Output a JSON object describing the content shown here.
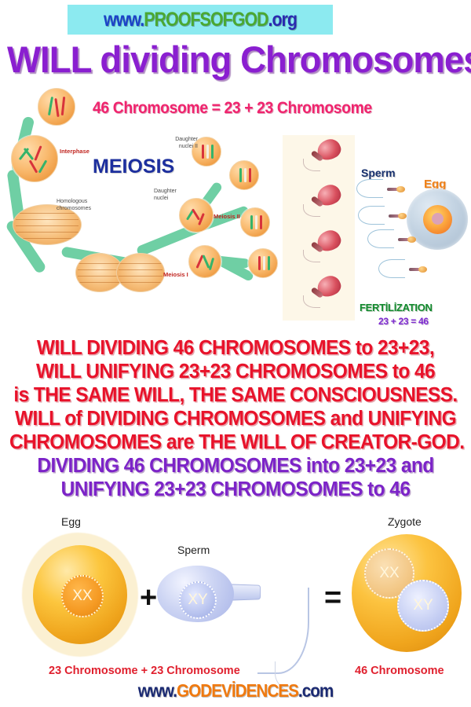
{
  "header": {
    "url_prefix": "www.",
    "url_main": "PROOFSOFGOD",
    "url_suffix": ".org",
    "banner_bg": "#8ceaf0"
  },
  "title": {
    "text": "WILL  dividing Chromosomes",
    "color": "#8a1fd0"
  },
  "subtitle": {
    "text": "46 Chromosome = 23 + 23 Chromosome",
    "color": "#f0246e"
  },
  "meiosis": {
    "heading": "MEIOSIS",
    "heading_color": "#1d2f9e",
    "labels": {
      "interphase": "Interphase",
      "homologous": "Homologous\nchromosomes",
      "homologous_line1": "Homologous",
      "homologous_line2": "chromosomes",
      "daughter_nuclei_2_line1": "Daughter",
      "daughter_nuclei_2_line2": "nuclei II",
      "daughter_nuclei_line1": "Daughter",
      "daughter_nuclei_line2": "nuclei",
      "meiosis_1": "Meiosis I",
      "meiosis_2": "Meiosis II"
    }
  },
  "fertilization": {
    "sperm_label": "Sperm",
    "egg_label": "Egg",
    "heading": "FERTİLİZATION",
    "equation": "23 + 23 = 46",
    "heading_color": "#128a2e",
    "equation_color": "#7e2bd0"
  },
  "statement": {
    "lines": [
      {
        "text": "WILL  DIVIDING  46  CHROMOSOMES to  23+23,",
        "color": "red"
      },
      {
        "text": "WILL  UNIFYING  23+23 CHROMOSOMES to 46",
        "color": "red"
      },
      {
        "text": "is  THE  SAME  WILL,  THE  SAME  CONSCIOUSNESS.",
        "color": "red"
      },
      {
        "text": "WILL  of  DIVIDING  CHROMOSOMES and UNIFYING",
        "color": "red"
      },
      {
        "text": "CHROMOSOMES  are  THE WILL  OF  CREATOR-GOD.",
        "color": "red"
      },
      {
        "text": "DIVIDING  46  CHROMOSOMES  into  23+23 and",
        "color": "purple"
      },
      {
        "text": "UNIFYING  23+23  CHROMOSOMES  to  46",
        "color": "purple"
      }
    ],
    "red_hex": "#e8122a",
    "purple_hex": "#7c23c8"
  },
  "bottom_diagram": {
    "egg_label": "Egg",
    "sperm_label": "Sperm",
    "zygote_label": "Zygote",
    "plus": "+",
    "equals": "=",
    "egg_chromosomes": "XX",
    "sperm_chromosomes": "XY",
    "zygote_chr_1": "XX",
    "zygote_chr_2": "XY",
    "caption_left": "23  Chromosome  +   23 Chromosome",
    "caption_right": "46 Chromosome",
    "caption_color": "#e0202e"
  },
  "footer": {
    "url_prefix": "www.",
    "url_main": "GODEVİDENCES",
    "url_suffix": ".com"
  }
}
